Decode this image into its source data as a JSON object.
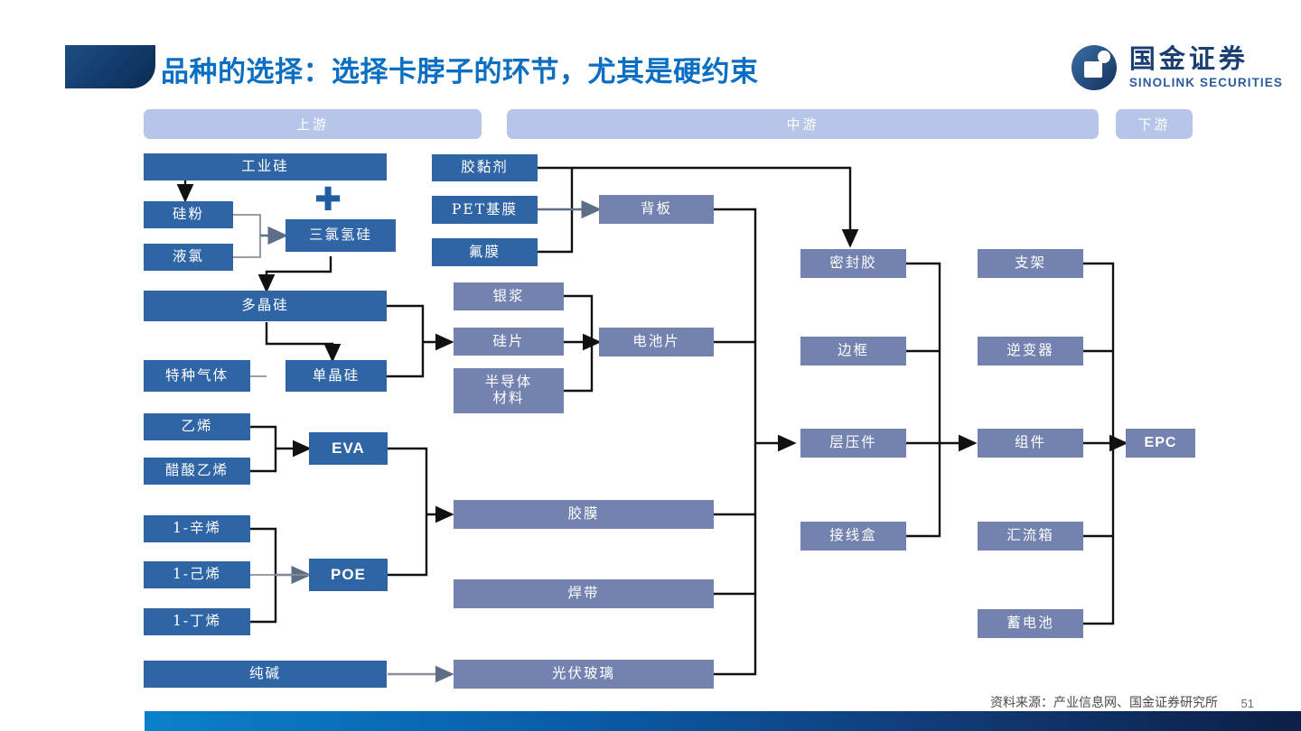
{
  "header": {
    "title": "品种的选择：选择卡脖子的环节，尤其是硬约束",
    "logo_cn": "国金证券",
    "logo_en": "SINOLINK SECURITIES"
  },
  "stages": [
    {
      "key": "upstream",
      "label": "上游"
    },
    {
      "key": "midstream",
      "label": "中游"
    },
    {
      "key": "downstream",
      "label": "下游"
    }
  ],
  "symbols": {
    "plus": "✚"
  },
  "nodes": {
    "gongyegui": "工业硅",
    "guifen": "硅粉",
    "yelv": "液氯",
    "sanlvqinggui": "三氯氢硅",
    "duojinggui": "多晶硅",
    "tezhongqiti": "特种气体",
    "danjinggui": "单晶硅",
    "yixi": "乙烯",
    "cusuanyixi": "醋酸乙烯",
    "eva": "EVA",
    "yi_xinxi": "1-辛烯",
    "yi_jixi": "1-己烯",
    "yi_dingxi": "1-丁烯",
    "poe": "POE",
    "chunjian": "纯碱",
    "jiaonianji": "胶黏剂",
    "petjimo": "PET基膜",
    "fumo": "氟膜",
    "yinjiang": "银浆",
    "guipian": "硅片",
    "bandaoti": "半导体\n材料",
    "beiban": "背板",
    "dianchipian": "电池片",
    "jiaomo": "胶膜",
    "handai": "焊带",
    "guangfuboli": "光伏玻璃",
    "mifengjiao": "密封胶",
    "biankuang": "边框",
    "cengyajian": "层压件",
    "jiexianhe": "接线盒",
    "zhijia": "支架",
    "nibianqi": "逆变器",
    "zujian": "组件",
    "huiliuxiang": "汇流箱",
    "xudianchi": "蓄电池",
    "epc": "EPC"
  },
  "footer": {
    "source": "资料来源：产业信息网、国金证券研究所",
    "page": "51"
  },
  "colors": {
    "title": "#0a6fc2",
    "box_dark": "#2f64a5",
    "box_mid": "#7482b0",
    "stage_bar": "#b6c5e8",
    "brand_navy": "#1b3f73"
  }
}
